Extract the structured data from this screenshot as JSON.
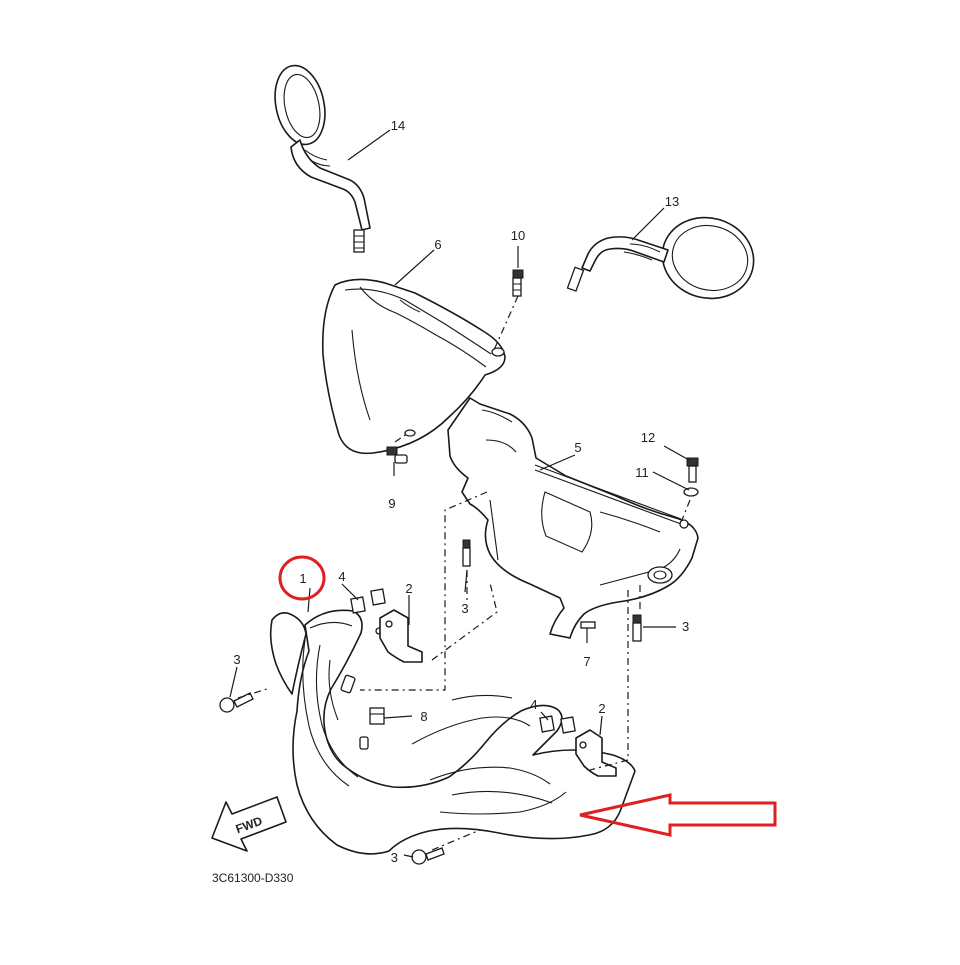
{
  "diagram": {
    "code": "3C61300-D330",
    "forward_label": "FWD",
    "highlight_color": "#e02020",
    "callouts": [
      {
        "id": "1"
      },
      {
        "id": "2"
      },
      {
        "id": "2"
      },
      {
        "id": "3"
      },
      {
        "id": "3"
      },
      {
        "id": "3"
      },
      {
        "id": "3"
      },
      {
        "id": "4"
      },
      {
        "id": "4"
      },
      {
        "id": "5"
      },
      {
        "id": "6"
      },
      {
        "id": "7"
      },
      {
        "id": "8"
      },
      {
        "id": "9"
      },
      {
        "id": "10"
      },
      {
        "id": "11"
      },
      {
        "id": "12"
      },
      {
        "id": "13"
      },
      {
        "id": "14"
      }
    ]
  }
}
